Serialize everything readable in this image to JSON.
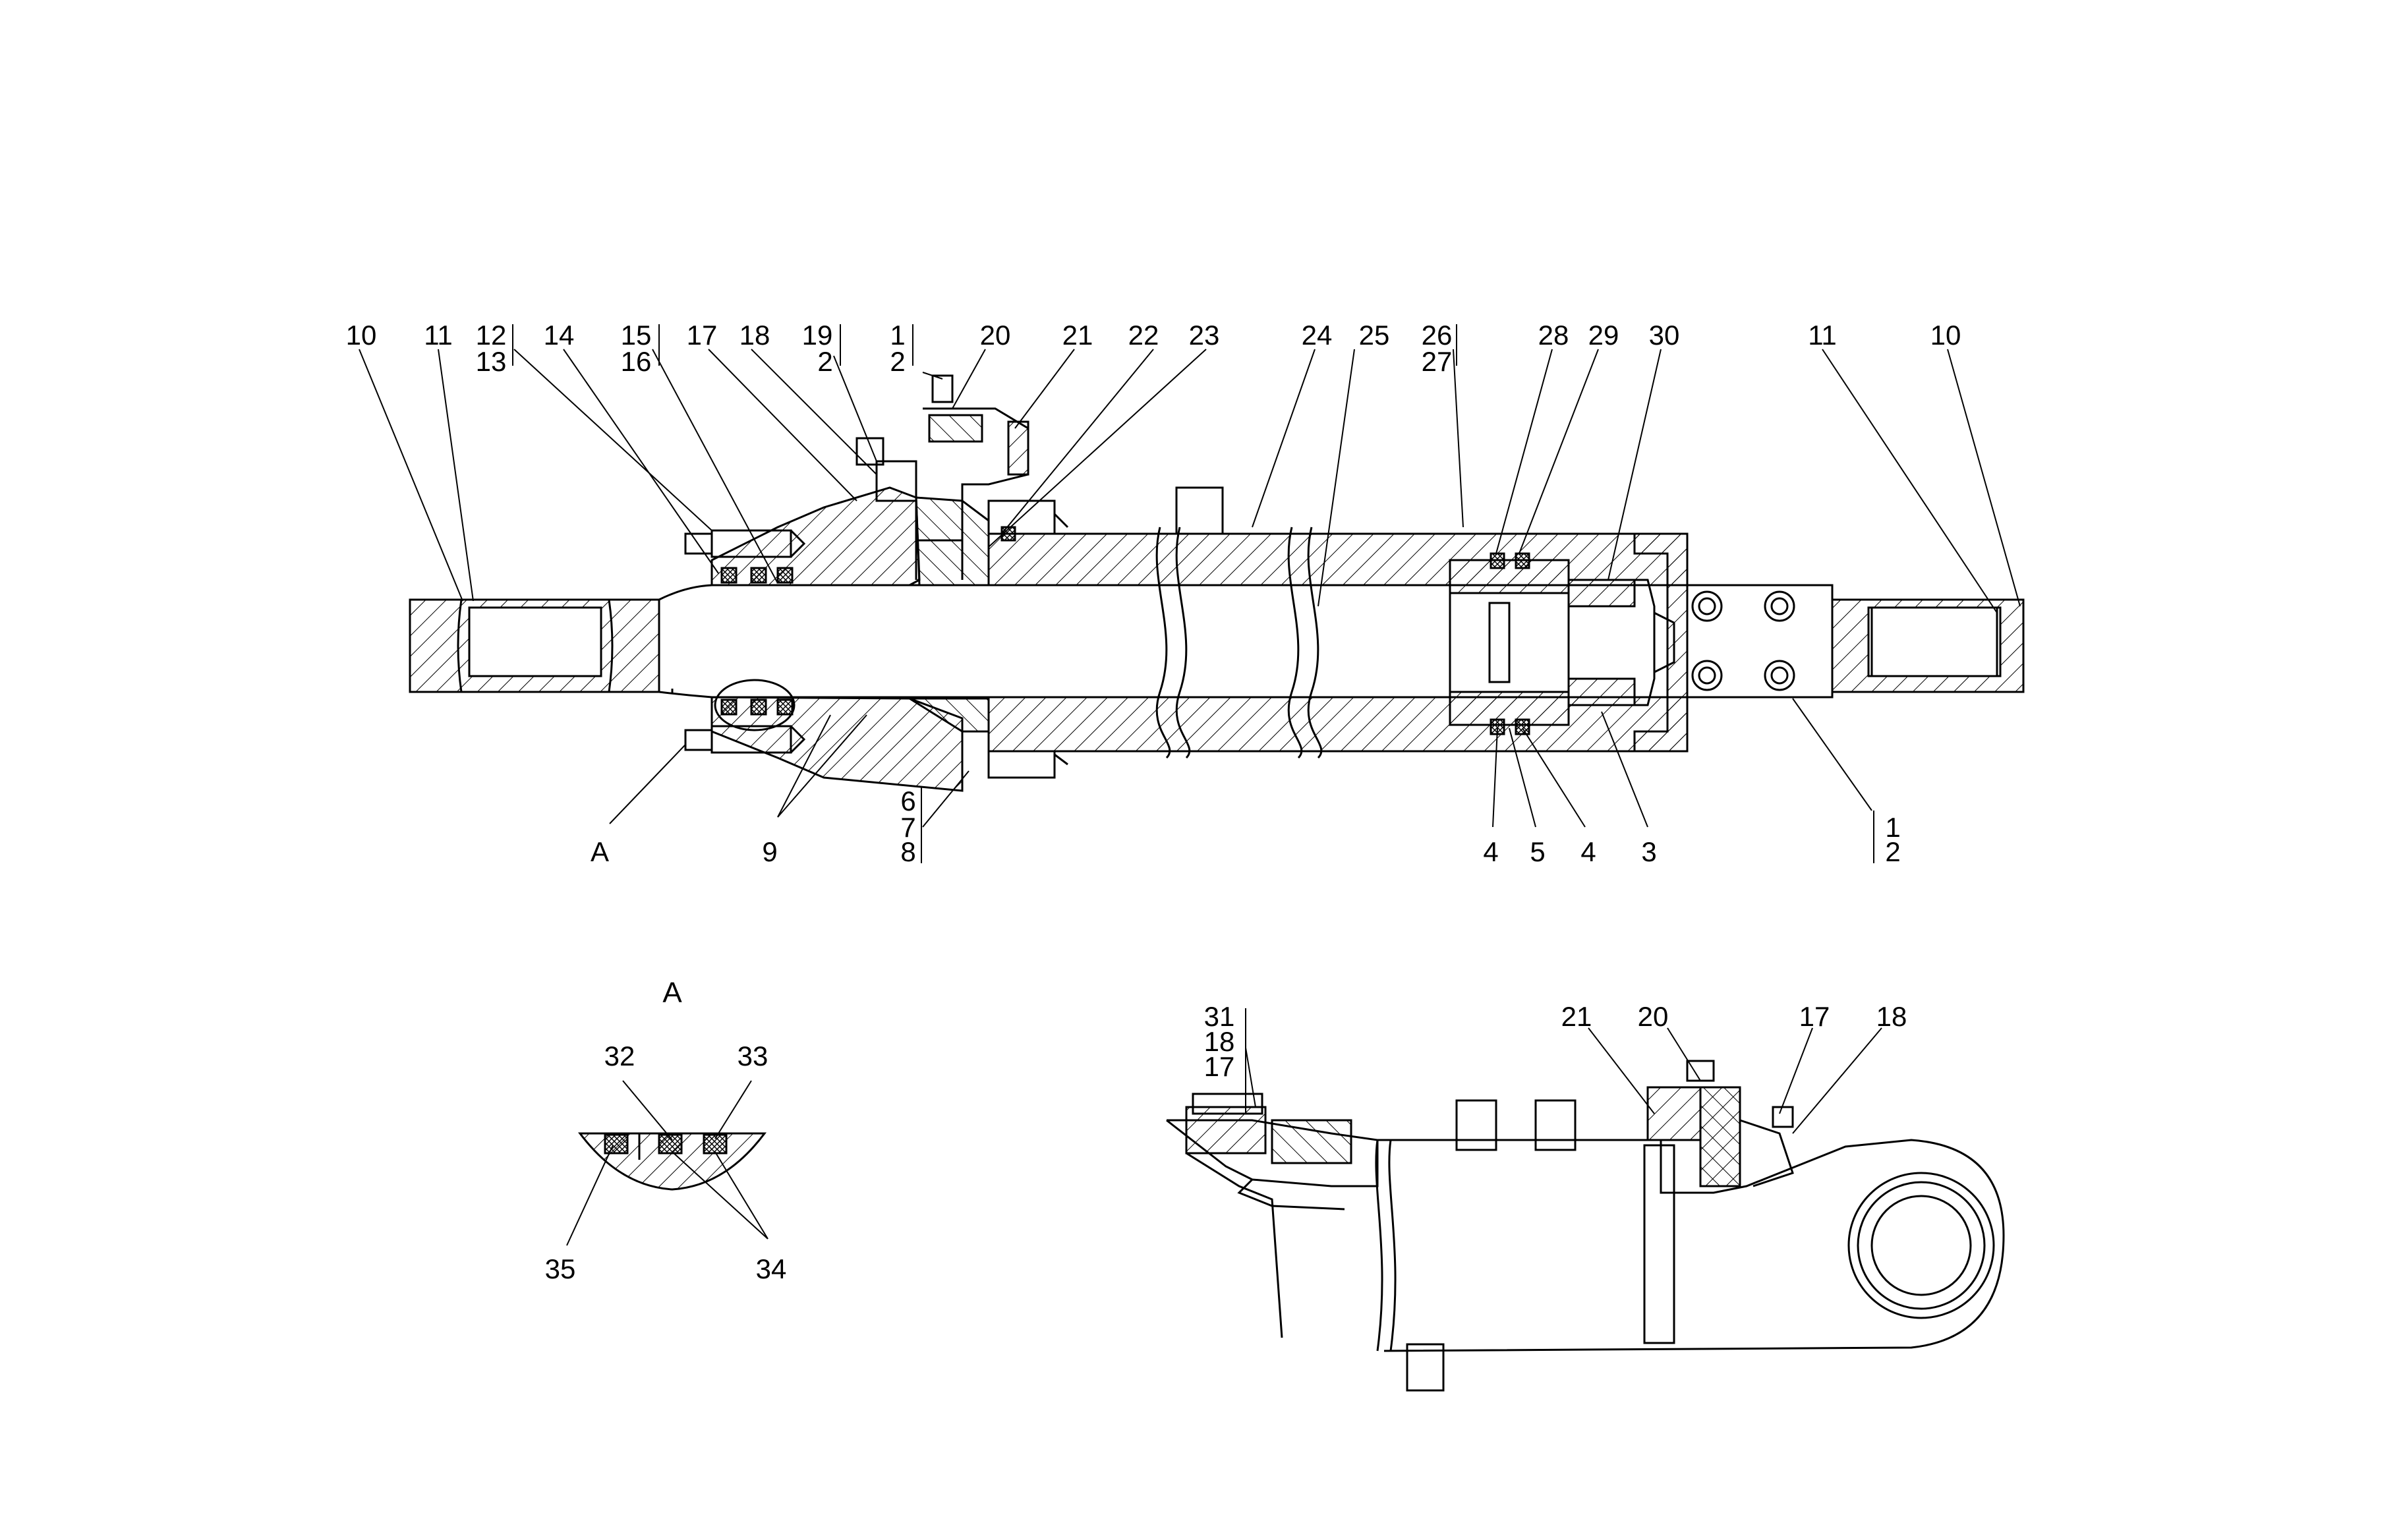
{
  "callouts": {
    "top": {
      "c10a": "10",
      "c11a": "11",
      "c12": "12",
      "c13": "13",
      "c14": "14",
      "c15": "15",
      "c16": "16",
      "c17": "17",
      "c18": "18",
      "c19": "19",
      "c19b": "2",
      "c1": "1",
      "c1b": "2",
      "c20": "20",
      "c21": "21",
      "c22": "22",
      "c23": "23",
      "c24": "24",
      "c25": "25",
      "c26": "26",
      "c27": "27",
      "c28": "28",
      "c29": "29",
      "c30": "30",
      "c11b": "11",
      "c10b": "10"
    },
    "bottom": {
      "cA": "A",
      "c9": "9",
      "c6": "6",
      "c7": "7",
      "c8": "8",
      "c4a": "4",
      "c5": "5",
      "c4b": "4",
      "c3": "3",
      "c1r": "1",
      "c2r": "2"
    },
    "detail_a": {
      "title": "A",
      "c32": "32",
      "c33": "33",
      "c35": "35",
      "c34": "34"
    },
    "lower_view": {
      "c31": "31",
      "c18a": "18",
      "c17a": "17",
      "c21": "21",
      "c20": "20",
      "c17b": "17",
      "c18b": "18"
    }
  },
  "colors": {
    "line": "#000000",
    "background": "#ffffff"
  }
}
